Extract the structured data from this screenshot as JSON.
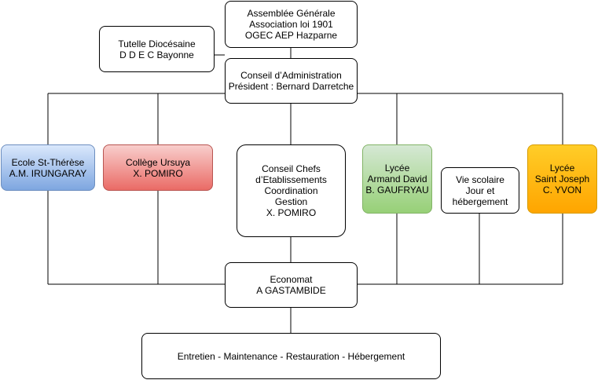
{
  "diagram": {
    "assemblee": [
      "Assemblée Générale",
      "Association loi 1901",
      "OGEC AEP Hazparne"
    ],
    "tutelle": [
      "Tutelle Diocésaine",
      "D D E C Bayonne"
    ],
    "conseil_admin": [
      "Conseil d’Administration",
      "Président : Bernard Darretche"
    ],
    "ecole": [
      "Ecole St-Thérèse",
      "A.M. IRUNGARAY"
    ],
    "college": [
      "Collège Ursuya",
      "X. POMIRO"
    ],
    "conseil_chefs": [
      "Conseil Chefs",
      "d’Etablissements",
      "Coordination",
      "Gestion",
      "X. POMIRO"
    ],
    "lycee_armand": [
      "Lycée",
      "Armand David",
      "B. GAUFRYAU"
    ],
    "vie_scolaire": [
      "Vie scolaire",
      "Jour et",
      "hébergement"
    ],
    "lycee_joseph": [
      "Lycée",
      "Saint Joseph",
      "C. YVON"
    ],
    "economat": [
      "Economat",
      "A GASTAMBIDE"
    ],
    "entretien": [
      "Entretien - Maintenance - Restauration - Hébergement"
    ]
  },
  "colors": {
    "line": "#000000",
    "ecole_fill": "#7ea6e0",
    "college_fill": "#ea6b66",
    "lycee_armand_fill": "#97d077",
    "lycee_joseph_fill": "#ffa500"
  }
}
